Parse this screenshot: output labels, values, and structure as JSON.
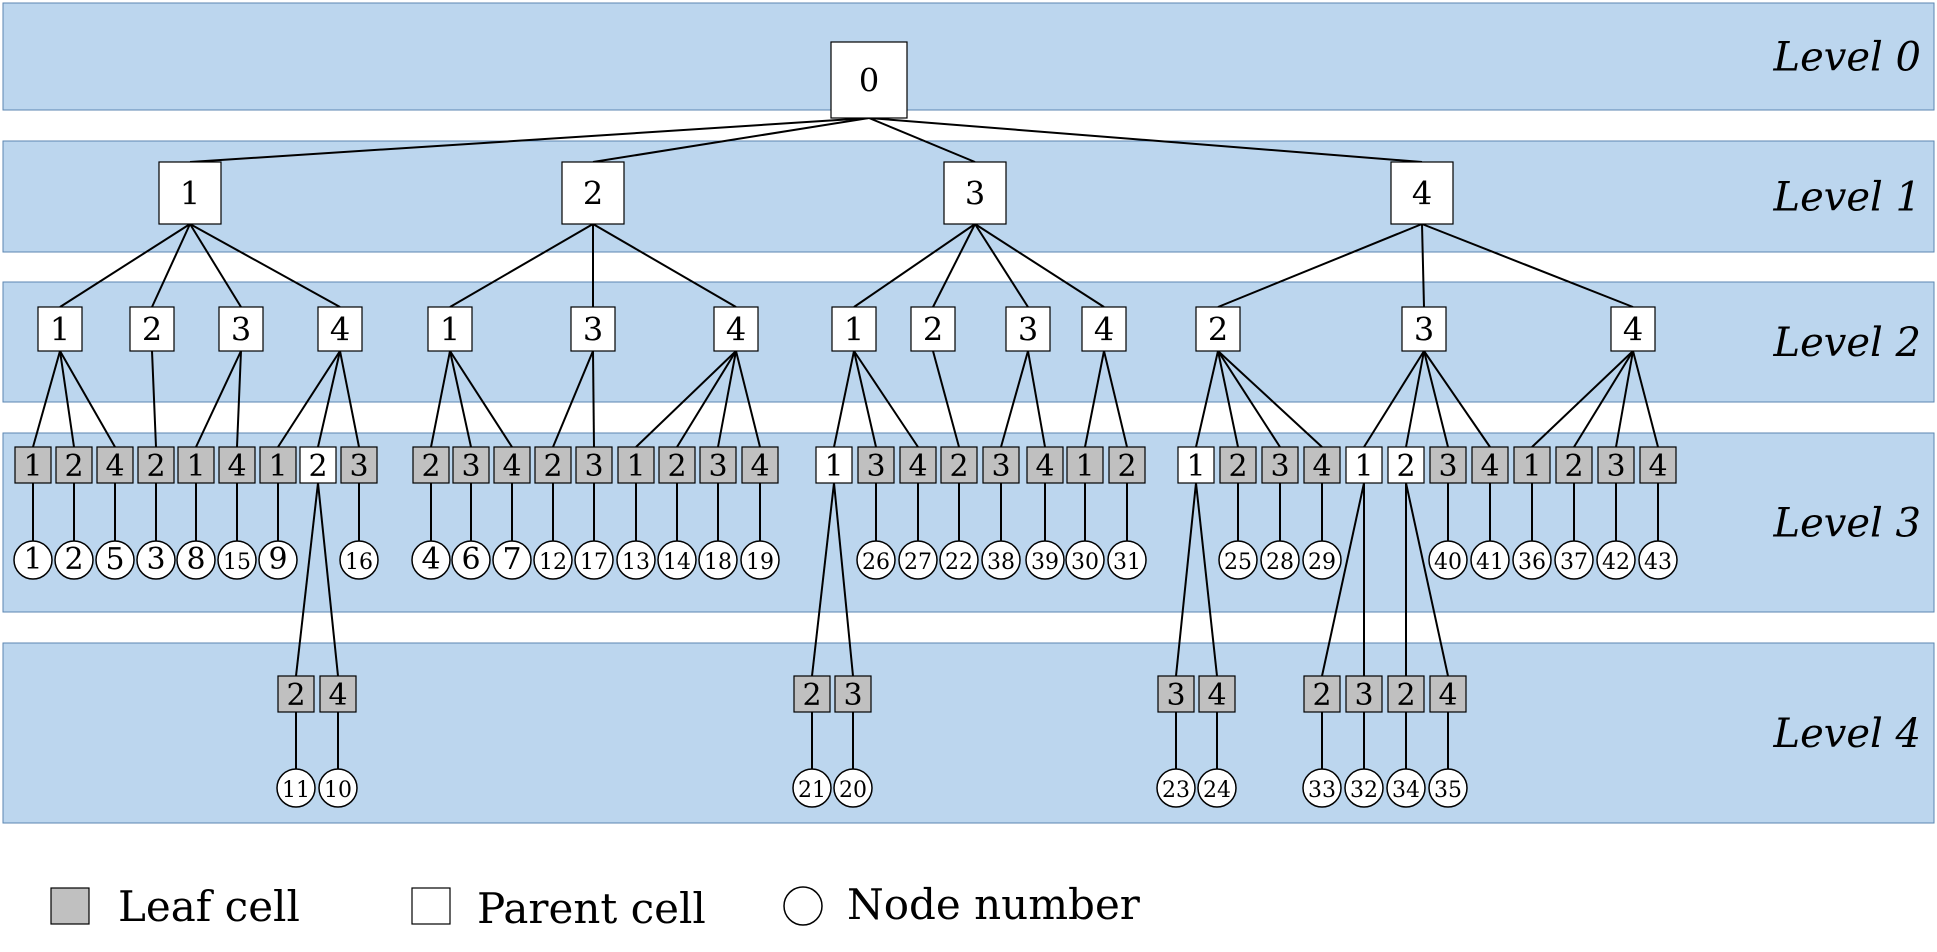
{
  "levels": [
    "Level 0",
    "Level 1",
    "Level 2",
    "Level 3",
    "Level 4"
  ],
  "legend": {
    "leaf": "Leaf cell",
    "parent": "Parent cell",
    "node": "Node number"
  },
  "colors": {
    "band": "#bcd6ee",
    "leaf_cell": "#c0c0c0",
    "parent_cell": "#ffffff"
  },
  "tree": {
    "label": "0",
    "children": [
      {
        "label": "1",
        "children": [
          {
            "label": "1",
            "children": [
              {
                "label": "1",
                "leaf": true,
                "node": "1"
              },
              {
                "label": "2",
                "leaf": true,
                "node": "2"
              },
              {
                "label": "4",
                "leaf": true,
                "node": "5"
              }
            ]
          },
          {
            "label": "2",
            "children": [
              {
                "label": "2",
                "leaf": true,
                "node": "3"
              }
            ]
          },
          {
            "label": "3",
            "children": [
              {
                "label": "1",
                "leaf": true,
                "node": "8"
              },
              {
                "label": "4",
                "leaf": true,
                "node": "15"
              }
            ]
          },
          {
            "label": "4",
            "children": [
              {
                "label": "1",
                "leaf": true,
                "node": "9"
              },
              {
                "label": "2",
                "children": [
                  {
                    "label": "2",
                    "leaf": true,
                    "node": "11"
                  },
                  {
                    "label": "4",
                    "leaf": true,
                    "node": "10"
                  }
                ]
              },
              {
                "label": "3",
                "leaf": true,
                "node": "16"
              }
            ]
          }
        ]
      },
      {
        "label": "2",
        "children": [
          {
            "label": "1",
            "children": [
              {
                "label": "2",
                "leaf": true,
                "node": "4"
              },
              {
                "label": "3",
                "leaf": true,
                "node": "6"
              },
              {
                "label": "4",
                "leaf": true,
                "node": "7"
              }
            ]
          },
          {
            "label": "3",
            "children": [
              {
                "label": "2",
                "leaf": true,
                "node": "12"
              },
              {
                "label": "3",
                "leaf": true,
                "node": "17"
              }
            ]
          },
          {
            "label": "4",
            "children": [
              {
                "label": "1",
                "leaf": true,
                "node": "13"
              },
              {
                "label": "2",
                "leaf": true,
                "node": "14"
              },
              {
                "label": "3",
                "leaf": true,
                "node": "18"
              },
              {
                "label": "4",
                "leaf": true,
                "node": "19"
              }
            ]
          }
        ]
      },
      {
        "label": "3",
        "children": [
          {
            "label": "1",
            "children": [
              {
                "label": "1",
                "children": [
                  {
                    "label": "2",
                    "leaf": true,
                    "node": "21"
                  },
                  {
                    "label": "3",
                    "leaf": true,
                    "node": "20"
                  }
                ]
              },
              {
                "label": "3",
                "leaf": true,
                "node": "26"
              },
              {
                "label": "4",
                "leaf": true,
                "node": "27"
              }
            ]
          },
          {
            "label": "2",
            "children": [
              {
                "label": "2",
                "leaf": true,
                "node": "22"
              }
            ]
          },
          {
            "label": "3",
            "children": [
              {
                "label": "3",
                "leaf": true,
                "node": "38"
              },
              {
                "label": "4",
                "leaf": true,
                "node": "39"
              }
            ]
          },
          {
            "label": "4",
            "children": [
              {
                "label": "1",
                "leaf": true,
                "node": "30"
              },
              {
                "label": "2",
                "leaf": true,
                "node": "31"
              }
            ]
          }
        ]
      },
      {
        "label": "4",
        "children": [
          {
            "label": "2",
            "children": [
              {
                "label": "1",
                "children": [
                  {
                    "label": "3",
                    "leaf": true,
                    "node": "23"
                  },
                  {
                    "label": "4",
                    "leaf": true,
                    "node": "24"
                  }
                ]
              },
              {
                "label": "2",
                "leaf": true,
                "node": "25"
              },
              {
                "label": "3",
                "leaf": true,
                "node": "28"
              },
              {
                "label": "4",
                "leaf": true,
                "node": "29"
              }
            ]
          },
          {
            "label": "3",
            "children": [
              {
                "label": "1",
                "children": [
                  {
                    "label": "2",
                    "leaf": true,
                    "node": "33"
                  },
                  {
                    "label": "3",
                    "leaf": true,
                    "node": "32"
                  }
                ]
              },
              {
                "label": "2",
                "children": [
                  {
                    "label": "2",
                    "leaf": true,
                    "node": "34"
                  },
                  {
                    "label": "4",
                    "leaf": true,
                    "node": "35"
                  }
                ]
              },
              {
                "label": "3",
                "leaf": true,
                "node": "40"
              },
              {
                "label": "4",
                "leaf": true,
                "node": "41"
              }
            ]
          },
          {
            "label": "4",
            "children": [
              {
                "label": "1",
                "leaf": true,
                "node": "36"
              },
              {
                "label": "2",
                "leaf": true,
                "node": "37"
              },
              {
                "label": "3",
                "leaf": true,
                "node": "42"
              },
              {
                "label": "4",
                "leaf": true,
                "node": "43"
              }
            ]
          }
        ]
      }
    ]
  }
}
